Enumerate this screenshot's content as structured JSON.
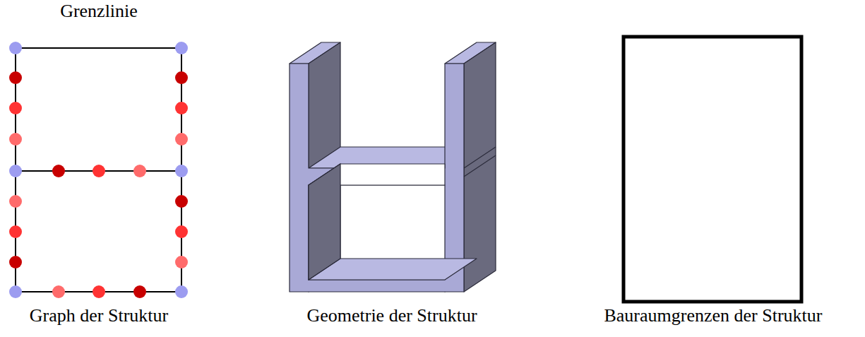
{
  "diagram": {
    "labels": [
      "Grenzlinie",
      "Graph der Struktur",
      "Geometrie der Struktur",
      "Bauraumgrenzen der Struktur"
    ]
  }
}
